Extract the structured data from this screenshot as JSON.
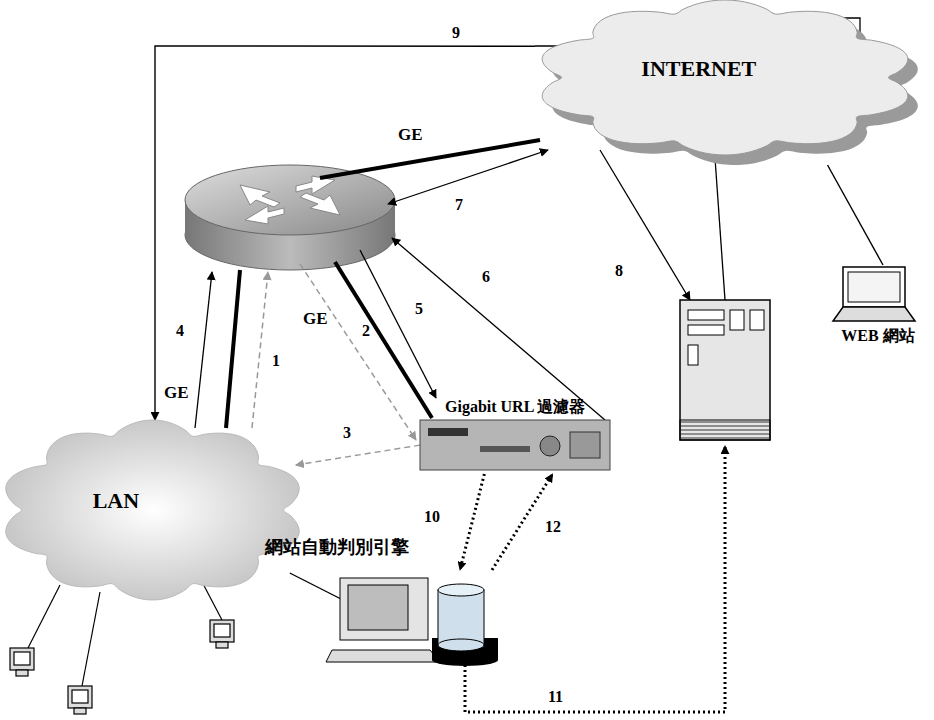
{
  "diagram": {
    "nodes": [
      {
        "text": [
          "INTERNET"
        ]
      },
      {
        "text": [
          "Gigabit URL 過濾器"
        ]
      },
      {
        "text": [
          "WEB 網站"
        ]
      },
      {
        "text": [
          "LAN"
        ]
      },
      {
        "text": [
          "網站自動判別引擎"
        ]
      }
    ],
    "edges": [
      {
        "from": 1,
        "to": 3,
        "label": "3",
        "arrow": "to"
      },
      {
        "from": 0,
        "to": 3,
        "label": "9",
        "arrow": "to"
      },
      {
        "from": 1,
        "to": 4,
        "label": "10",
        "arrow": "to"
      },
      {
        "from": 4,
        "to": 1,
        "label": "12",
        "arrow": "to"
      },
      {
        "from": 3,
        "to": 4,
        "arrow": "none"
      },
      {
        "from": 0,
        "to": 2,
        "arrow": "none"
      }
    ],
    "labels": [
      "1",
      "2",
      "4",
      "5",
      "6",
      "7",
      "8",
      "11",
      "GE",
      "GE",
      "GE"
    ]
  }
}
